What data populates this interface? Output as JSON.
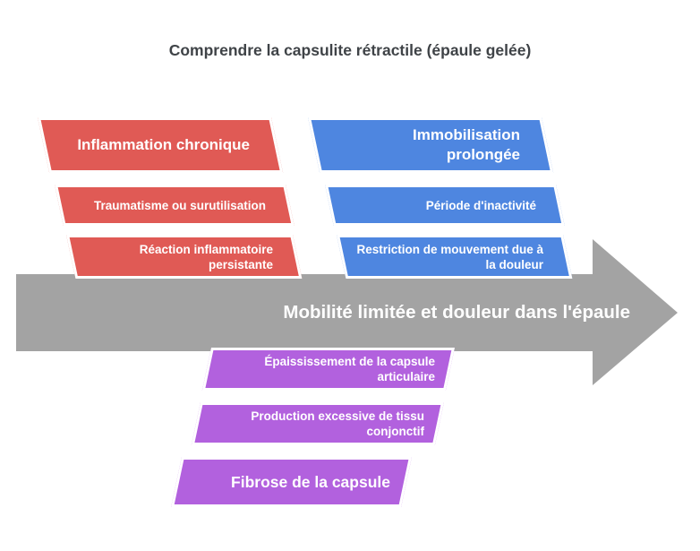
{
  "title": "Comprendre la capsulite rétractile (épaule gelée)",
  "colors": {
    "red": "#e05a55",
    "blue": "#4e86e0",
    "purple": "#b261de",
    "arrow_gray": "#a3a3a3",
    "title_text": "#3f4347",
    "block_text": "#ffffff"
  },
  "columns": {
    "red": {
      "header": "Inflammation chronique",
      "items": [
        "Traumatisme ou surutilisation",
        "Réaction inflammatoire persistante"
      ]
    },
    "blue": {
      "header": "Immobilisation prolongée",
      "items": [
        "Période d'inactivité",
        "Restriction de mouvement due à la douleur"
      ]
    },
    "purple": {
      "header": "Fibrose de la capsule",
      "items": [
        "Épaississement de la capsule articulaire",
        "Production excessive de tissu conjonctif"
      ]
    }
  },
  "arrow": {
    "label": "Mobilité limitée et douleur dans l'épaule"
  }
}
